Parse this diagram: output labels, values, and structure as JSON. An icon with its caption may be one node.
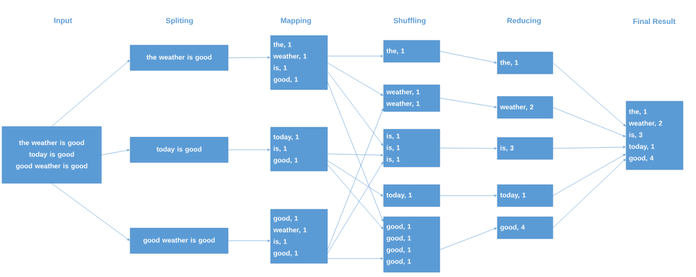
{
  "diagram": {
    "nodes": [
      {
        "text": [
          "the weather is good",
          "today is good",
          "good weather is good"
        ]
      },
      {
        "text": [
          "the weather is good"
        ]
      },
      {
        "text": [
          "today is good"
        ]
      },
      {
        "text": [
          "good weather is good"
        ]
      },
      {
        "text": [
          "the, 1",
          "weather, 1",
          "is, 1",
          "good, 1"
        ]
      },
      {
        "text": [
          "today, 1",
          "is, 1",
          "good, 1"
        ]
      },
      {
        "text": [
          "good, 1",
          "weather, 1",
          "is, 1",
          "good, 1"
        ]
      },
      {
        "text": [
          "the, 1"
        ]
      },
      {
        "text": [
          "weather, 1",
          "weather, 1"
        ]
      },
      {
        "text": [
          "is, 1",
          "is, 1",
          "is, 1"
        ]
      },
      {
        "text": [
          "today, 1"
        ]
      },
      {
        "text": [
          "good, 1",
          "good, 1",
          "good, 1",
          "good, 1"
        ]
      },
      {
        "text": [
          "the, 1"
        ]
      },
      {
        "text": [
          "weather, 2"
        ]
      },
      {
        "text": [
          "is, 3"
        ]
      },
      {
        "text": [
          "today, 1"
        ]
      },
      {
        "text": [
          "good, 4"
        ]
      },
      {
        "text": [
          "the, 1",
          "weather, 2",
          "is, 3",
          "today, 1",
          "good, 4"
        ]
      }
    ],
    "edges": [
      {
        "from": 0,
        "to": 1,
        "arrow": "to"
      },
      {
        "from": 0,
        "to": 2,
        "arrow": "to"
      },
      {
        "from": 0,
        "to": 3,
        "arrow": "to"
      },
      {
        "from": 1,
        "to": 4,
        "arrow": "to"
      },
      {
        "from": 2,
        "to": 5,
        "arrow": "to"
      },
      {
        "from": 3,
        "to": 6,
        "arrow": "to"
      },
      {
        "from": 4,
        "to": 7,
        "arrow": "to"
      },
      {
        "from": 4,
        "to": 8,
        "arrow": "to"
      },
      {
        "from": 4,
        "to": 9,
        "arrow": "to"
      },
      {
        "from": 4,
        "to": 11,
        "arrow": "to"
      },
      {
        "from": 5,
        "to": 9,
        "arrow": "to"
      },
      {
        "from": 5,
        "to": 10,
        "arrow": "to"
      },
      {
        "from": 5,
        "to": 11,
        "arrow": "to"
      },
      {
        "from": 6,
        "to": 8,
        "arrow": "to"
      },
      {
        "from": 6,
        "to": 9,
        "arrow": "to"
      },
      {
        "from": 6,
        "to": 11,
        "arrow": "to"
      },
      {
        "from": 7,
        "to": 12,
        "arrow": "to"
      },
      {
        "from": 8,
        "to": 13,
        "arrow": "to"
      },
      {
        "from": 9,
        "to": 14,
        "arrow": "to"
      },
      {
        "from": 10,
        "to": 15,
        "arrow": "to"
      },
      {
        "from": 11,
        "to": 16,
        "arrow": "to"
      },
      {
        "from": 12,
        "to": 17,
        "arrow": "to"
      },
      {
        "from": 13,
        "to": 17,
        "arrow": "to"
      },
      {
        "from": 14,
        "to": 17,
        "arrow": "to"
      },
      {
        "from": 15,
        "to": 17,
        "arrow": "to"
      },
      {
        "from": 16,
        "to": 17,
        "arrow": "to"
      }
    ],
    "labels": [
      "Input",
      "Spliting",
      "Mapping",
      "Shuffling",
      "Reducing",
      "Final Result"
    ]
  }
}
